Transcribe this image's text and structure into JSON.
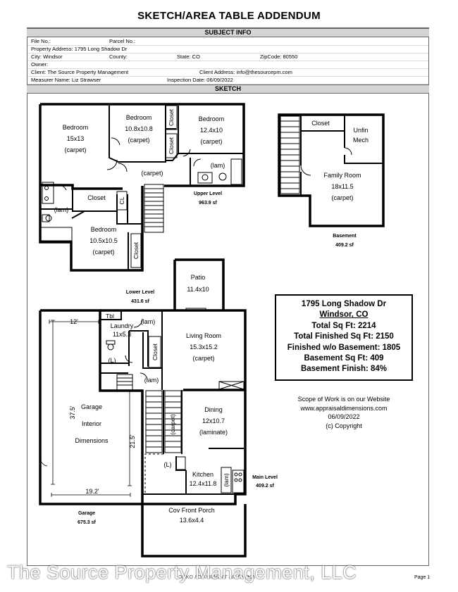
{
  "document": {
    "title": "SKETCH/AREA TABLE ADDENDUM",
    "subject_header": "SUBJECT INFO",
    "sketch_header": "SKETCH",
    "page_label": "Page 1",
    "footer_ghost": "ϽI IKO ɅƆIK! IIIɅIΓ ɅΓ ɅIΓ ΓɅ ΓΜɅ"
  },
  "subject_info": {
    "file_no": "File No.:",
    "parcel_no": "Parcel No.:",
    "property_address": "Property Address: 1795 Long Shadow Dr",
    "city": "City: Windsor",
    "county": "County:",
    "state": "State: CO",
    "zip": "ZipCode: 80550",
    "owner": "Owner:",
    "client": "Client: The Source Property Management",
    "client_address": "Client Address: info@thesourcepm.com",
    "measurer": "Measurer Name: Liz Strawser",
    "inspection_date": "Inspection Date: 06/09/2022"
  },
  "upper_level": {
    "label": "Upper Level",
    "area": "963.9 sf",
    "rooms": {
      "bedroom1": {
        "name": "Bedroom",
        "dims": "15x13",
        "floor": "(carpet)"
      },
      "bedroom2": {
        "name": "Bedroom",
        "dims": "10.8x10.8",
        "floor": "(carpet)"
      },
      "bedroom3": {
        "name": "Bedroom",
        "dims": "12.4x10",
        "floor": "(carpet)"
      },
      "bedroom4": {
        "name": "Bedroom",
        "dims": "10.5x10.5",
        "floor": "(carpet)"
      },
      "closet_a": "Closet",
      "closet_b": "Closet",
      "closet_c": "Closet",
      "closet_d": "Closet",
      "cl": "CL",
      "hall": "(carpet)",
      "bath1": "(lam)",
      "bath2": "(lam)"
    }
  },
  "basement": {
    "label": "Basement",
    "area": "409.2 sf",
    "closet": "Closet",
    "unfin_1": "Unfin",
    "unfin_2": "Mech",
    "family_name": "Family Room",
    "family_dims": "18x11.5",
    "family_floor": "(carpet)"
  },
  "lower_level": {
    "label": "Lower Level",
    "area": "431.6 sf",
    "patio_name": "Patio",
    "patio_dims": "11.4x10",
    "tbl": "Tbl",
    "laundry_name": "Laundry",
    "laundry_dims": "11x5.3",
    "laundry_floor": "(lam)",
    "bath_floor": "(L)",
    "closet": "Closet",
    "entry_floor": "(lam)",
    "living_name": "Living Room",
    "living_dims": "15.3x15.2",
    "living_floor": "(carpet)"
  },
  "main_level": {
    "label": "Main Level",
    "area": "409.2 sf",
    "dining_name": "Dining",
    "dining_dims": "12x10.7",
    "dining_floor": "(laminate)",
    "stairs_floor": "(carpet)",
    "l_floor": "(L)",
    "kitchen_name": "Kitchen",
    "kitchen_dims": "12.4x11.8",
    "kitchen_floor": "(lam)",
    "porch_name": "Cov Front Porch",
    "porch_dims": "13.6x4.4"
  },
  "garage": {
    "label": "Garage",
    "area": "675.3 sf",
    "line1": "Garage",
    "line2": "Interior",
    "line3": "Dimensions",
    "dim_top": "12'",
    "dim_left": "37.5'",
    "dim_right": "21.5'",
    "dim_bottom": "19.2'"
  },
  "summary": {
    "address": "1795 Long Shadow Dr",
    "city": "Windsor, CO",
    "total_sqft": "Total Sq Ft: 2214",
    "total_finished": "Total Finished Sq Ft: 2150",
    "finished_wo_basement": "Finished w/o Basement: 1805",
    "basement_sqft": "Basement Sq Ft: 409",
    "basement_finish": "Basement Finish: 84%"
  },
  "scope": {
    "line1": "Scope of Work is on our Website",
    "line2": "www.appraisaldimensions.com",
    "line3": "06/09/2022",
    "line4": "(c) Copyright"
  },
  "watermark": "The Source Property Management, LLC"
}
